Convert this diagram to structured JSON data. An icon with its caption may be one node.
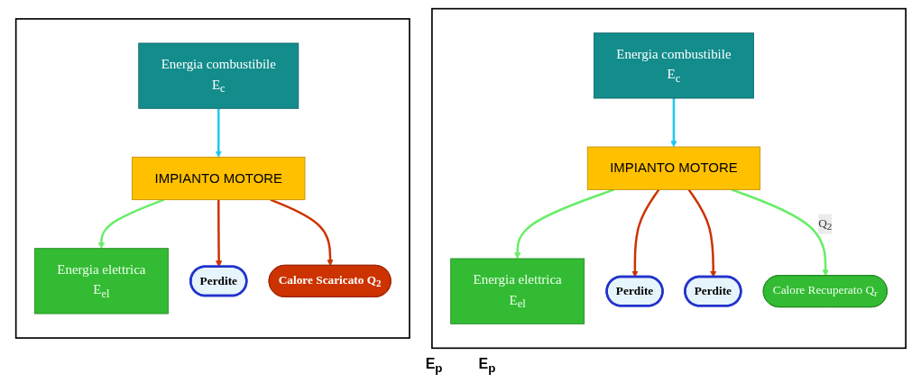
{
  "diagram": {
    "nodes": [
      {
        "text": [],
        "shape": "box"
      },
      {
        "text": [
          "Energia combustibile",
          "E$_{c}$"
        ],
        "in": 0
      },
      {
        "text": [
          "IMPIANTO MOTORE"
        ],
        "in": 0
      },
      {
        "text": [
          "Energia elettrica",
          "E$_{el}$"
        ],
        "in": 0
      },
      {
        "text": [
          "Perdite"
        ],
        "in": 0
      },
      {
        "text": [
          "Calore Scaricato Q$_{2}$"
        ],
        "in": 0
      },
      {
        "text": [],
        "shape": "box"
      },
      {
        "text": [
          "Energia combustibile",
          "E$_{c}$"
        ],
        "in": 6
      },
      {
        "text": [
          "IMPIANTO MOTORE"
        ],
        "in": 6
      },
      {
        "text": [
          "Energia elettrica",
          "E$_{el}$"
        ],
        "in": 6
      },
      {
        "text": [
          "Perdite"
        ],
        "in": 6
      },
      {
        "text": [
          "Perdite"
        ],
        "in": 6
      },
      {
        "text": [
          "Calore Recuperato Q$_{r}$"
        ],
        "in": 6
      }
    ],
    "edges": [
      {
        "from": 1,
        "to": 2,
        "arrow": "to",
        "color": "#1ec8f0"
      },
      {
        "from": 2,
        "to": 3,
        "arrow": "to",
        "color": "#66ee66"
      },
      {
        "from": 2,
        "to": 4,
        "arrow": "to",
        "color": "#cc3300"
      },
      {
        "from": 2,
        "to": 5,
        "arrow": "to",
        "color": "#cc3300"
      },
      {
        "from": 7,
        "to": 8,
        "arrow": "to",
        "color": "#1ec8f0"
      },
      {
        "from": 8,
        "to": 9,
        "arrow": "to",
        "color": "#66ee66"
      },
      {
        "from": 8,
        "to": 10,
        "arrow": "to",
        "color": "#cc3300"
      },
      {
        "from": 8,
        "to": 11,
        "arrow": "to",
        "color": "#cc3300"
      },
      {
        "from": 8,
        "to": 12,
        "label": "Q$_{2}$",
        "arrow": "to",
        "color": "#66ee66"
      }
    ],
    "labels": [
      "E$_{p}$",
      "E$_{p}$"
    ]
  }
}
